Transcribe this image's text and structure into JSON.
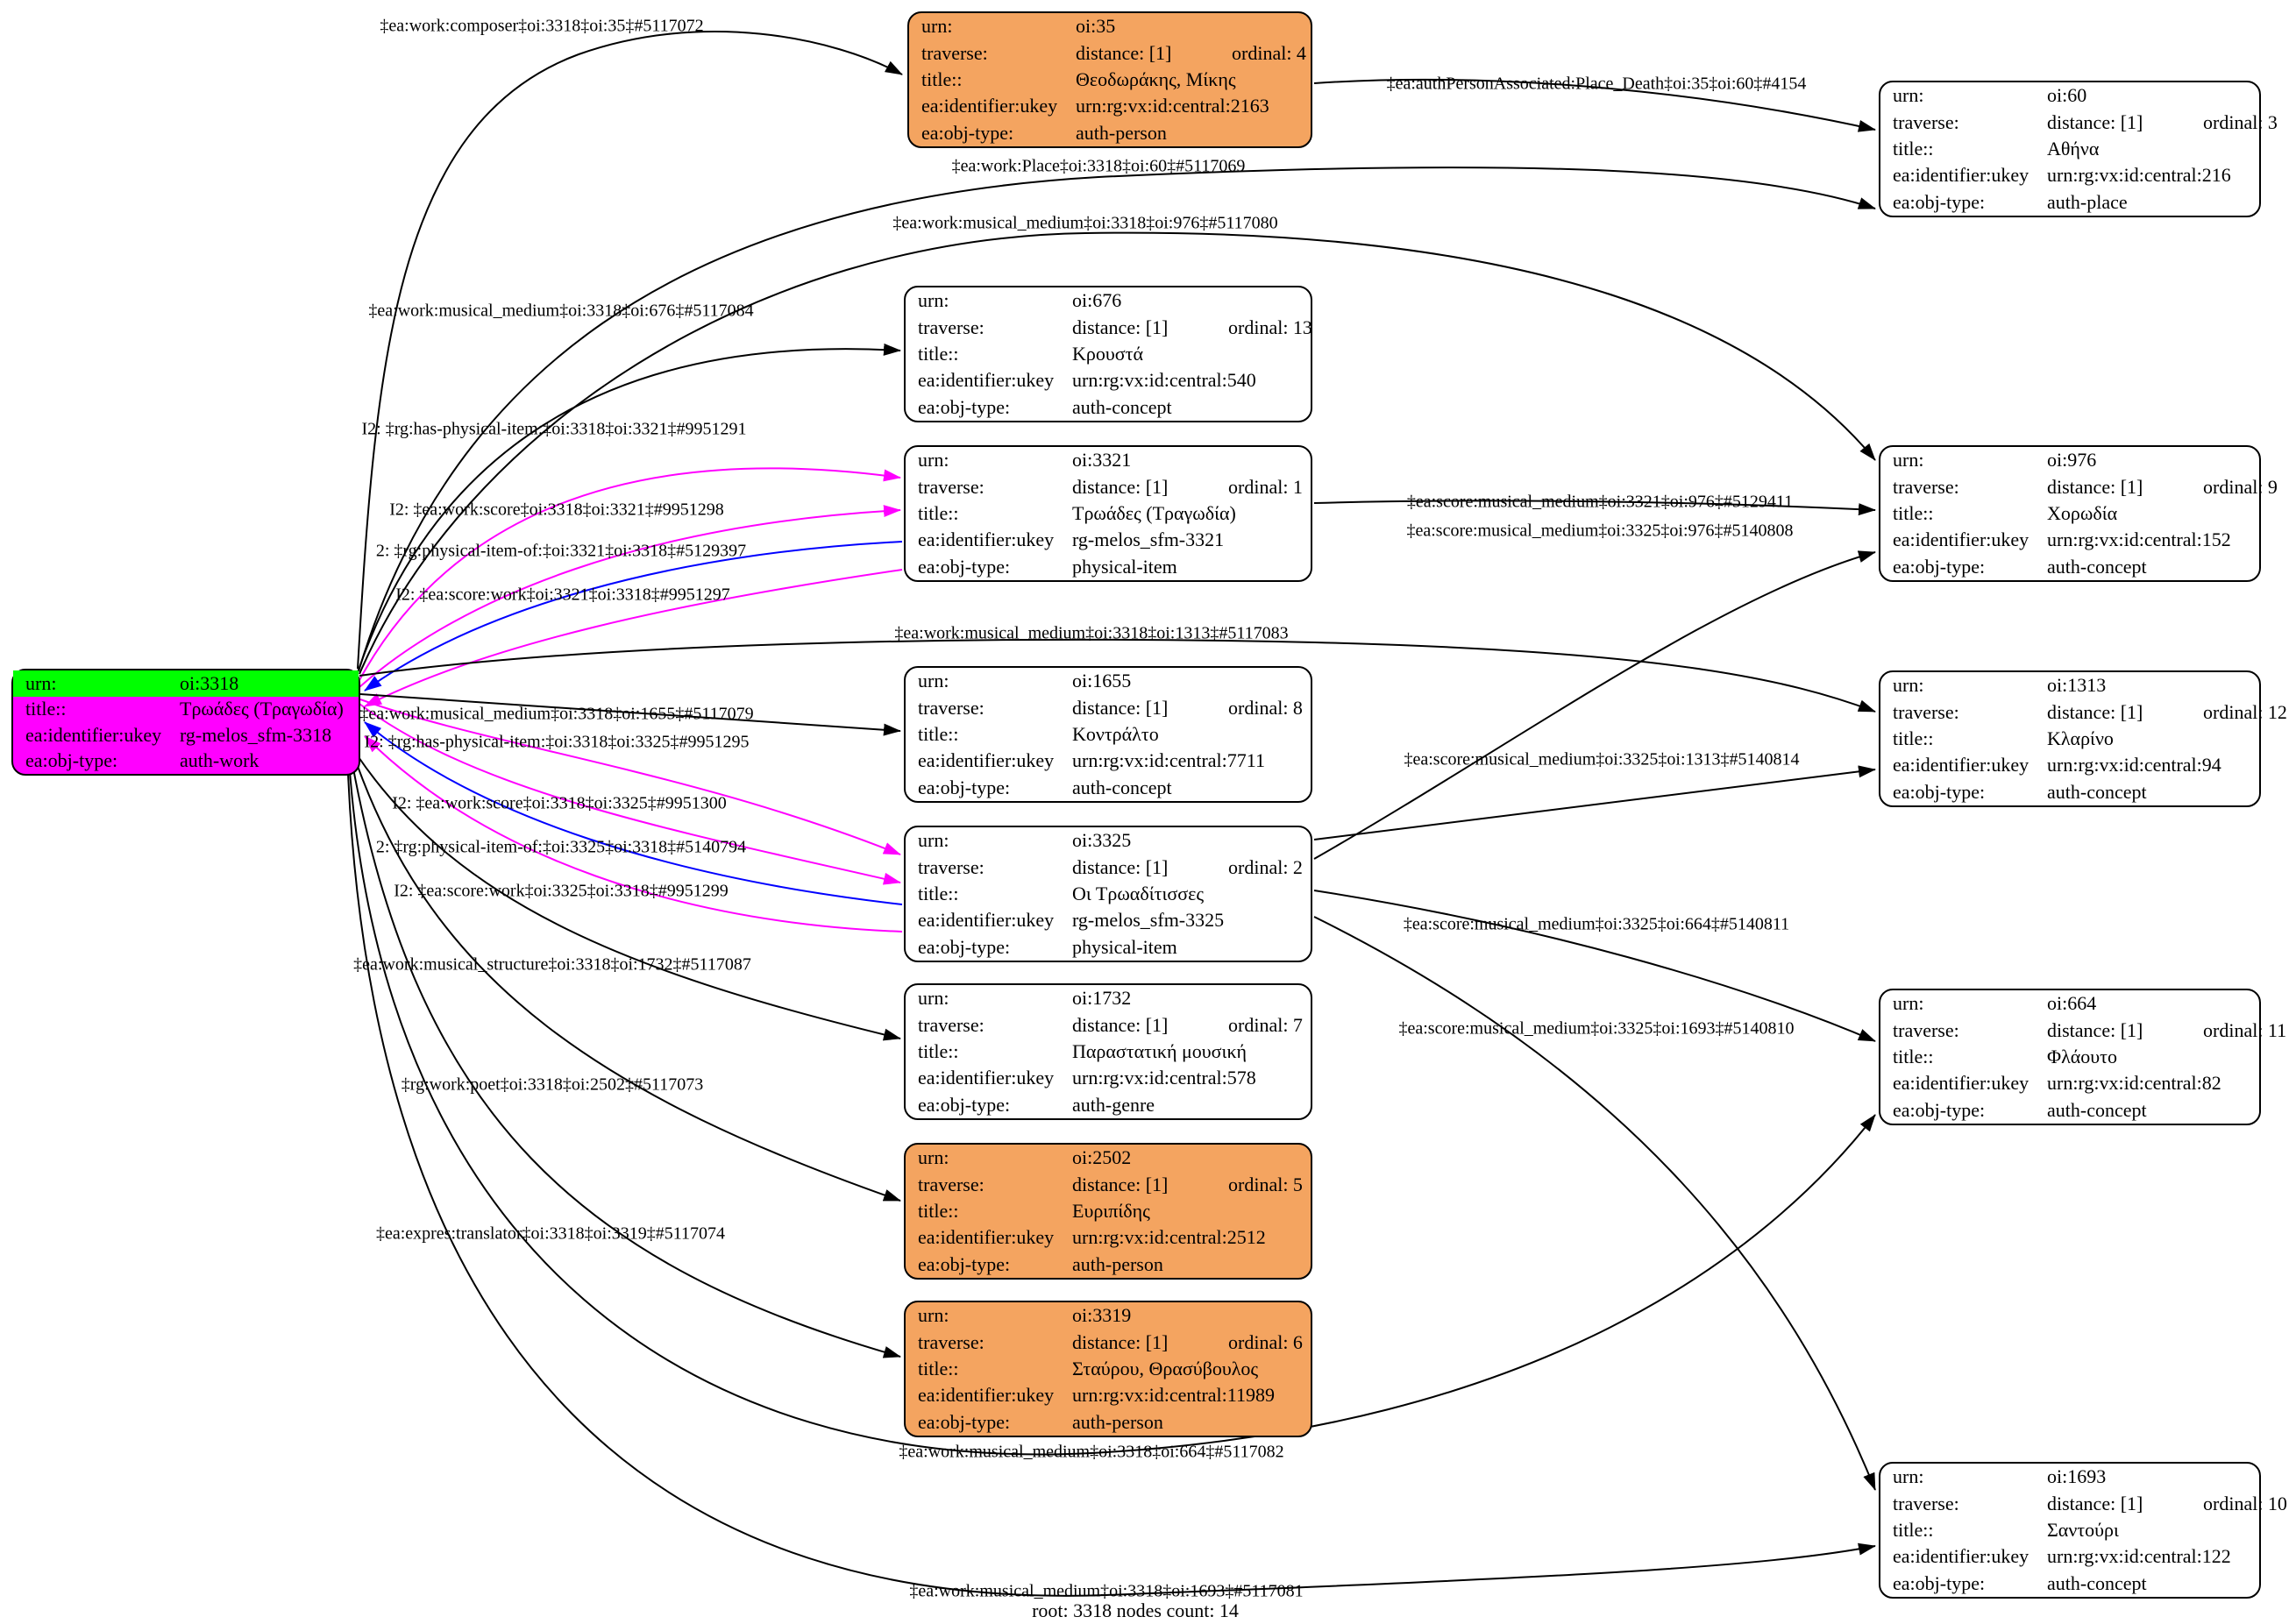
{
  "diagram": {
    "footer": "root: 3318 nodes count: 14"
  },
  "field_labels": {
    "urn": "urn:",
    "traverse": "traverse:",
    "title": "title::",
    "ukey": "ea:identifier:ukey",
    "objtype": "ea:obj-type:"
  },
  "colors": {
    "edge_black": "#000000",
    "edge_magenta": "#ff00ff",
    "edge_blue": "#0000ff",
    "node_default_fill": "#ffffff",
    "node_person_fill": "#f4a460",
    "root_fill": "#ff00ff",
    "root_urn_fill": "#00ff00",
    "border": "#000000"
  },
  "nodes": [
    {
      "id": "oi-3318",
      "kind": "root",
      "urn": "oi:3318",
      "title": "Τρωάδες (Τραγωδία)",
      "ukey": "rg-melos_sfm-3318",
      "objtype": "auth-work"
    },
    {
      "id": "oi-35",
      "kind": "person",
      "urn": "oi:35",
      "distance": "distance: [1]",
      "ordinal": "ordinal: 4",
      "title": "Θεοδωράκης, Μίκης",
      "ukey": "urn:rg:vx:id:central:2163",
      "objtype": "auth-person"
    },
    {
      "id": "oi-60",
      "kind": "plain",
      "urn": "oi:60",
      "distance": "distance: [1]",
      "ordinal": "ordinal: 3",
      "title": "Αθήνα",
      "ukey": "urn:rg:vx:id:central:216",
      "objtype": "auth-place"
    },
    {
      "id": "oi-676",
      "kind": "plain",
      "urn": "oi:676",
      "distance": "distance: [1]",
      "ordinal": "ordinal: 13",
      "title": "Κρουστά",
      "ukey": "urn:rg:vx:id:central:540",
      "objtype": "auth-concept"
    },
    {
      "id": "oi-3321",
      "kind": "plain",
      "urn": "oi:3321",
      "distance": "distance: [1]",
      "ordinal": "ordinal: 1",
      "title": "Τρωάδες (Τραγωδία)",
      "ukey": "rg-melos_sfm-3321",
      "objtype": "physical-item"
    },
    {
      "id": "oi-976",
      "kind": "plain",
      "urn": "oi:976",
      "distance": "distance: [1]",
      "ordinal": "ordinal: 9",
      "title": "Χορωδία",
      "ukey": "urn:rg:vx:id:central:152",
      "objtype": "auth-concept"
    },
    {
      "id": "oi-1655",
      "kind": "plain",
      "urn": "oi:1655",
      "distance": "distance: [1]",
      "ordinal": "ordinal: 8",
      "title": "Κοντράλτο",
      "ukey": "urn:rg:vx:id:central:7711",
      "objtype": "auth-concept"
    },
    {
      "id": "oi-1313",
      "kind": "plain",
      "urn": "oi:1313",
      "distance": "distance: [1]",
      "ordinal": "ordinal: 12",
      "title": "Κλαρίνο",
      "ukey": "urn:rg:vx:id:central:94",
      "objtype": "auth-concept"
    },
    {
      "id": "oi-3325",
      "kind": "plain",
      "urn": "oi:3325",
      "distance": "distance: [1]",
      "ordinal": "ordinal: 2",
      "title": "Οι Τρωαδίτισσες",
      "ukey": "rg-melos_sfm-3325",
      "objtype": "physical-item"
    },
    {
      "id": "oi-1732",
      "kind": "plain",
      "urn": "oi:1732",
      "distance": "distance: [1]",
      "ordinal": "ordinal: 7",
      "title": "Παραστατική μουσική",
      "ukey": "urn:rg:vx:id:central:578",
      "objtype": "auth-genre"
    },
    {
      "id": "oi-2502",
      "kind": "person",
      "urn": "oi:2502",
      "distance": "distance: [1]",
      "ordinal": "ordinal: 5",
      "title": "Ευριπίδης",
      "ukey": "urn:rg:vx:id:central:2512",
      "objtype": "auth-person"
    },
    {
      "id": "oi-664",
      "kind": "plain",
      "urn": "oi:664",
      "distance": "distance: [1]",
      "ordinal": "ordinal: 11",
      "title": "Φλάουτο",
      "ukey": "urn:rg:vx:id:central:82",
      "objtype": "auth-concept"
    },
    {
      "id": "oi-3319",
      "kind": "person",
      "urn": "oi:3319",
      "distance": "distance: [1]",
      "ordinal": "ordinal: 6",
      "title": "Σταύρου, Θρασύβουλος",
      "ukey": "urn:rg:vx:id:central:11989",
      "objtype": "auth-person"
    },
    {
      "id": "oi-1693",
      "kind": "plain",
      "urn": "oi:1693",
      "distance": "distance: [1]",
      "ordinal": "ordinal: 10",
      "title": "Σαντούρι",
      "ukey": "urn:rg:vx:id:central:122",
      "objtype": "auth-concept"
    }
  ],
  "edges": [
    {
      "id": "e1",
      "label": "‡ea:work:composer‡oi:3318‡oi:35‡#5117072",
      "color": "black"
    },
    {
      "id": "e2",
      "label": "‡ea:authPersonAssociated:Place_Death‡oi:35‡oi:60‡#4154",
      "color": "black"
    },
    {
      "id": "e3",
      "label": "‡ea:work:Place‡oi:3318‡oi:60‡#5117069",
      "color": "black"
    },
    {
      "id": "e4",
      "label": "‡ea:work:musical_medium‡oi:3318‡oi:976‡#5117080",
      "color": "black"
    },
    {
      "id": "e5",
      "label": "‡ea:work:musical_medium‡oi:3318‡oi:676‡#5117084",
      "color": "black"
    },
    {
      "id": "e6",
      "label": "I2: ‡rg:has-physical-item:‡oi:3318‡oi:3321‡#9951291",
      "color": "magenta"
    },
    {
      "id": "e7",
      "label": "I2: ‡ea:work:score‡oi:3318‡oi:3321‡#9951298",
      "color": "magenta"
    },
    {
      "id": "e8",
      "label": "2: ‡rg:physical-item-of:‡oi:3321‡oi:3318‡#5129397",
      "color": "blue"
    },
    {
      "id": "e9",
      "label": "I2: ‡ea:score:work‡oi:3321‡oi:3318‡#9951297",
      "color": "magenta"
    },
    {
      "id": "e10",
      "label": "‡ea:score:musical_medium‡oi:3321‡oi:976‡#5129411",
      "color": "black"
    },
    {
      "id": "e11",
      "label": "‡ea:score:musical_medium‡oi:3325‡oi:976‡#5140808",
      "color": "black"
    },
    {
      "id": "e12",
      "label": "‡ea:work:musical_medium‡oi:3318‡oi:1313‡#5117083",
      "color": "black"
    },
    {
      "id": "e13",
      "label": "‡ea:work:musical_medium‡oi:3318‡oi:1655‡#5117079",
      "color": "black"
    },
    {
      "id": "e14",
      "label": "I2: ‡rg:has-physical-item:‡oi:3318‡oi:3325‡#9951295",
      "color": "magenta"
    },
    {
      "id": "e15",
      "label": "I2: ‡ea:work:score‡oi:3318‡oi:3325‡#9951300",
      "color": "magenta"
    },
    {
      "id": "e16",
      "label": "2: ‡rg:physical-item-of:‡oi:3325‡oi:3318‡#5140794",
      "color": "blue"
    },
    {
      "id": "e17",
      "label": "I2: ‡ea:score:work‡oi:3325‡oi:3318‡#9951299",
      "color": "magenta"
    },
    {
      "id": "e18",
      "label": "‡ea:score:musical_medium‡oi:3325‡oi:1313‡#5140814",
      "color": "black"
    },
    {
      "id": "e19",
      "label": "‡ea:work:musical_structure‡oi:3318‡oi:1732‡#5117087",
      "color": "black"
    },
    {
      "id": "e20",
      "label": "‡ea:score:musical_medium‡oi:3325‡oi:664‡#5140811",
      "color": "black"
    },
    {
      "id": "e21",
      "label": "‡ea:score:musical_medium‡oi:3325‡oi:1693‡#5140810",
      "color": "black"
    },
    {
      "id": "e22",
      "label": "‡rg:work:poet‡oi:3318‡oi:2502‡#5117073",
      "color": "black"
    },
    {
      "id": "e23",
      "label": "‡ea:expres:translator‡oi:3318‡oi:3319‡#5117074",
      "color": "black"
    },
    {
      "id": "e24",
      "label": "‡ea:work:musical_medium‡oi:3318‡oi:664‡#5117082",
      "color": "black"
    },
    {
      "id": "e25",
      "label": "‡ea:work:musical_medium‡oi:3318‡oi:1693‡#5117081",
      "color": "black"
    }
  ]
}
